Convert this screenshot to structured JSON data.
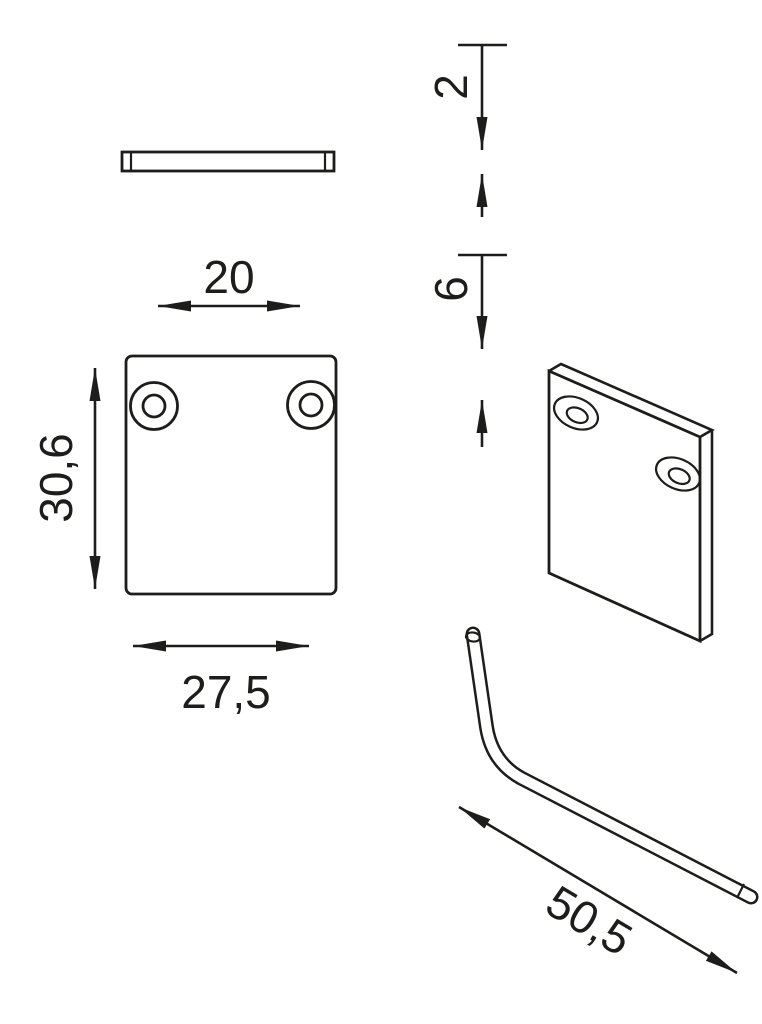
{
  "drawing": {
    "dimensions": {
      "plate_thickness": "2",
      "recess_depth": "6",
      "hole_pitch": "20",
      "plate_height": "30,6",
      "plate_width": "27,5",
      "key_length": "50,5"
    },
    "colors": {
      "line": "#1d1d1b",
      "background": "#ffffff"
    }
  }
}
